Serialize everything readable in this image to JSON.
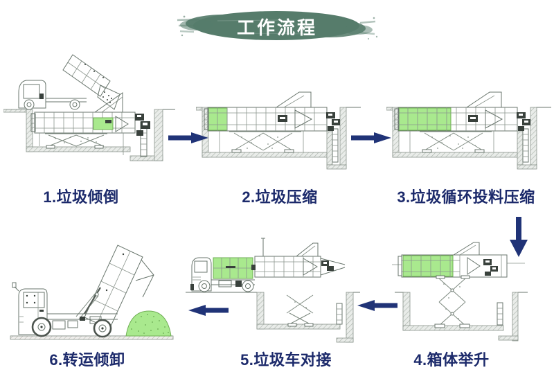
{
  "banner": {
    "title": "工作流程"
  },
  "steps": [
    {
      "num": "1",
      "label": "1.垃圾倾倒",
      "illustration": "truck-tipping-into-pit-compactor"
    },
    {
      "num": "2",
      "label": "2.垃圾压缩",
      "illustration": "pit-compactor-small-load"
    },
    {
      "num": "3",
      "label": "3.垃圾循环投料压缩",
      "illustration": "pit-compactor-full-load"
    },
    {
      "num": "4",
      "label": "4.箱体举升",
      "illustration": "container-lifted-on-scissor-lift"
    },
    {
      "num": "5",
      "label": "5.垃圾车对接",
      "illustration": "transfer-truck-docking-container"
    },
    {
      "num": "6",
      "label": "6.转运倾卸",
      "illustration": "transfer-truck-dumping-pile"
    }
  ],
  "arrows": [
    {
      "from": "1",
      "to": "2",
      "direction": "right"
    },
    {
      "from": "2",
      "to": "3",
      "direction": "right"
    },
    {
      "from": "3",
      "to": "4",
      "direction": "down"
    },
    {
      "from": "4",
      "to": "5",
      "direction": "left"
    },
    {
      "from": "5",
      "to": "6",
      "direction": "left"
    }
  ],
  "colors": {
    "banner_green": "#567c6b",
    "banner_text": "#ffffff",
    "label_navy": "#1c2a6b",
    "arrow_navy": "#203377",
    "highlight_green": "#a9e98e",
    "line_gray": "#68756c",
    "background": "#ffffff"
  }
}
